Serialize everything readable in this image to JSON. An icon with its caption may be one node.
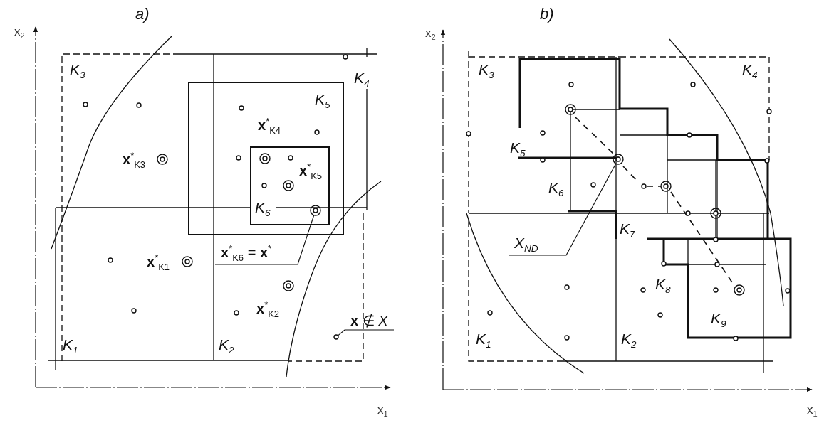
{
  "diagram": {
    "nodes": [
      {
        "text": [
          "**x**$^{*}$$_{K6}$ = **x**$^{*}$"
        ]
      },
      {
        "text": [],
        "shape": "circle"
      },
      {
        "text": [
          "**x** ∉ *X*"
        ]
      },
      {
        "text": [],
        "shape": "circle"
      },
      {
        "text": [
          "X$_{ND}$"
        ]
      },
      {
        "text": [],
        "shape": "circle"
      }
    ],
    "edges": [
      {
        "from": 0,
        "to": 1,
        "arrow": "none"
      },
      {
        "from": 2,
        "to": 3,
        "arrow": "none"
      },
      {
        "from": 4,
        "to": 5,
        "arrow": "none"
      }
    ],
    "labels": [
      "a)",
      "b)",
      "x$_{2}$",
      "K$_{3}$",
      "K$_{4}$",
      "x$_{2}$",
      "K$_{3}$",
      "K$_{4}$",
      "K$_{5}$",
      "**x**$^{*}$$_{K4}$",
      "**x**$^{*}$$_{K3}$",
      "**x**$^{*}$$_{K5}$",
      "K$_{5}$",
      "K$_{6}$",
      "K$_{6}$",
      "K$_{7}$",
      "**x**$^{*}$$_{K1}$",
      "**x**$^{*}$$_{K2}$",
      "K$_{8}$",
      "K$_{9}$",
      "K$_{1}$",
      "K$_{2}$",
      "K$_{1}$",
      "K$_{2}$",
      "x$_{1}$",
      "x$_{1}$"
    ]
  }
}
